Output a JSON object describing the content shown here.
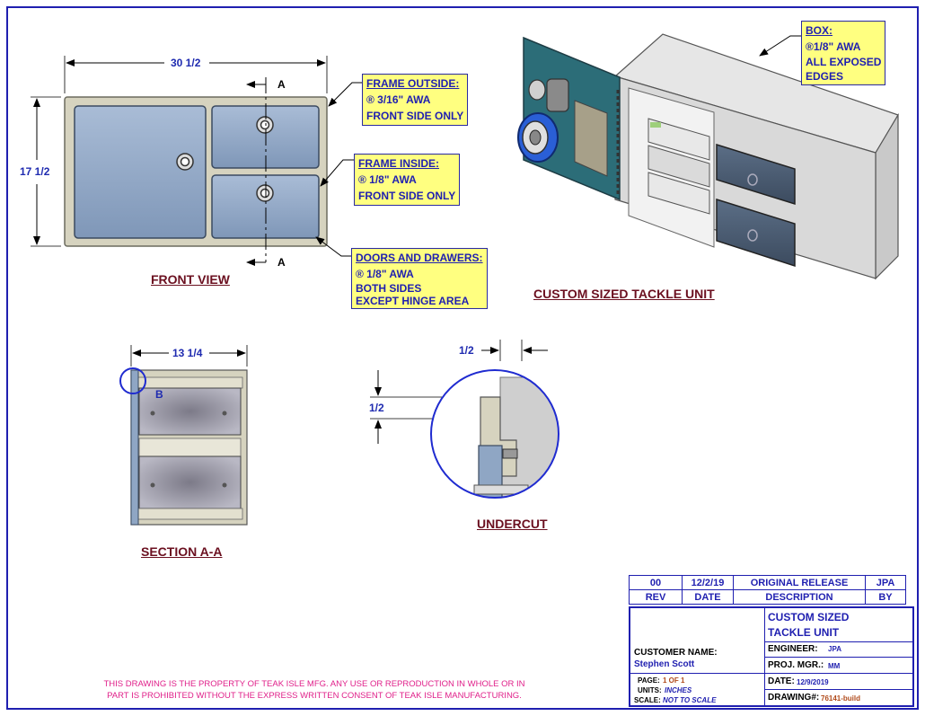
{
  "front_view": {
    "title": "FRONT VIEW",
    "width_dim": "30 1/2",
    "height_dim": "17 1/2",
    "section_marker": "A"
  },
  "callouts": {
    "frame_outside": {
      "heading": "FRAME OUTSIDE:",
      "line1": "® 3/16\" AWA",
      "line2": "FRONT SIDE ONLY"
    },
    "frame_inside": {
      "heading": "FRAME INSIDE:",
      "line1": "® 1/8\" AWA",
      "line2": "FRONT SIDE ONLY"
    },
    "doors_drawers": {
      "heading": "DOORS AND DRAWERS:",
      "line1": "® 1/8\" AWA",
      "line2": "BOTH SIDES",
      "line3": "EXCEPT HINGE AREA"
    },
    "box": {
      "heading": "BOX:",
      "line1": "®1/8\" AWA",
      "line2": "ALL EXPOSED",
      "line3": "EDGES"
    }
  },
  "iso_view": {
    "title": "CUSTOM SIZED TACKLE UNIT"
  },
  "section": {
    "title": "SECTION A-A",
    "width_dim": "13 1/4",
    "detail_marker": "B"
  },
  "undercut": {
    "title": "UNDERCUT",
    "horiz_dim": "1/2",
    "vert_dim": "1/2"
  },
  "revision_table": {
    "row": [
      "00",
      "12/2/19",
      "ORIGINAL RELEASE",
      "JPA"
    ],
    "headers": [
      "REV",
      "DATE",
      "DESCRIPTION",
      "BY"
    ]
  },
  "title_block": {
    "project_title_1": "CUSTOM SIZED",
    "project_title_2": "TACKLE UNIT",
    "customer_label": "CUSTOMER NAME:",
    "customer": "Stephen Scott",
    "engineer_label": "ENGINEER:",
    "engineer": "JPA",
    "pm_label": "PROJ. MGR.:",
    "pm": "MM",
    "date_label": "DATE:",
    "date": "12/9/2019",
    "page_label": "PAGE:",
    "page": "1 OF 1",
    "units_label": "UNITS:",
    "units": "INCHES",
    "scale_label": "SCALE:",
    "scale": "NOT TO SCALE",
    "drawing_label": "DRAWING#:",
    "drawing": "76141-build"
  },
  "disclaimer": {
    "line1": "THIS DRAWING IS THE PROPERTY OF TEAK ISLE MFG.  ANY USE OR REPRODUCTION IN WHOLE OR IN",
    "line2": "PART IS PROHIBITED WITHOUT THE EXPRESS WRITTEN CONSENT OF TEAK ISLE MANUFACTURING."
  },
  "colors": {
    "border": "#1f1fb0",
    "callout_bg": "#ffff80",
    "title_text": "#6b1020",
    "frame": "#d6d3bf",
    "panel": "#8fa6c4",
    "disclaimer": "#e0208a"
  }
}
